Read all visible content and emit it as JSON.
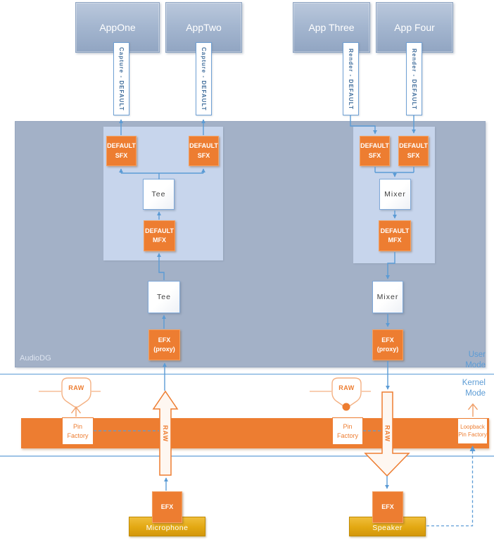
{
  "apps": [
    {
      "label": "AppOne",
      "stream": "Capture - DEFAULT"
    },
    {
      "label": "AppTwo",
      "stream": "Capture - DEFAULT"
    },
    {
      "label": "App Three",
      "stream": "Render - DEFAULT"
    },
    {
      "label": "App Four",
      "stream": "Render - DEFAULT"
    }
  ],
  "audiodg": {
    "label": "AudioDG"
  },
  "boxes": {
    "sfx": "DEFAULT SFX",
    "mfx": "DEFAULT MFX",
    "tee": "Tee",
    "mixer": "Mixer",
    "efx_proxy": "EFX (proxy)",
    "efx": "EFX",
    "raw": "RAW",
    "pin_factory": "Pin Factory",
    "loopback_pin_factory": "Loopback Pin Factory"
  },
  "devices": {
    "microphone": "Microphone",
    "speaker": "Speaker"
  },
  "modes": {
    "user": "User Mode",
    "kernel": "Kernel Mode"
  },
  "colors": {
    "orange": "#ED7D31",
    "orange_light": "#F4B183",
    "blue": "#5B9BD5",
    "panel": "#A3B1C7",
    "panel_inner": "#C7D5EC",
    "app_fill": "#A5B7D0",
    "gold": "#E2A812"
  }
}
